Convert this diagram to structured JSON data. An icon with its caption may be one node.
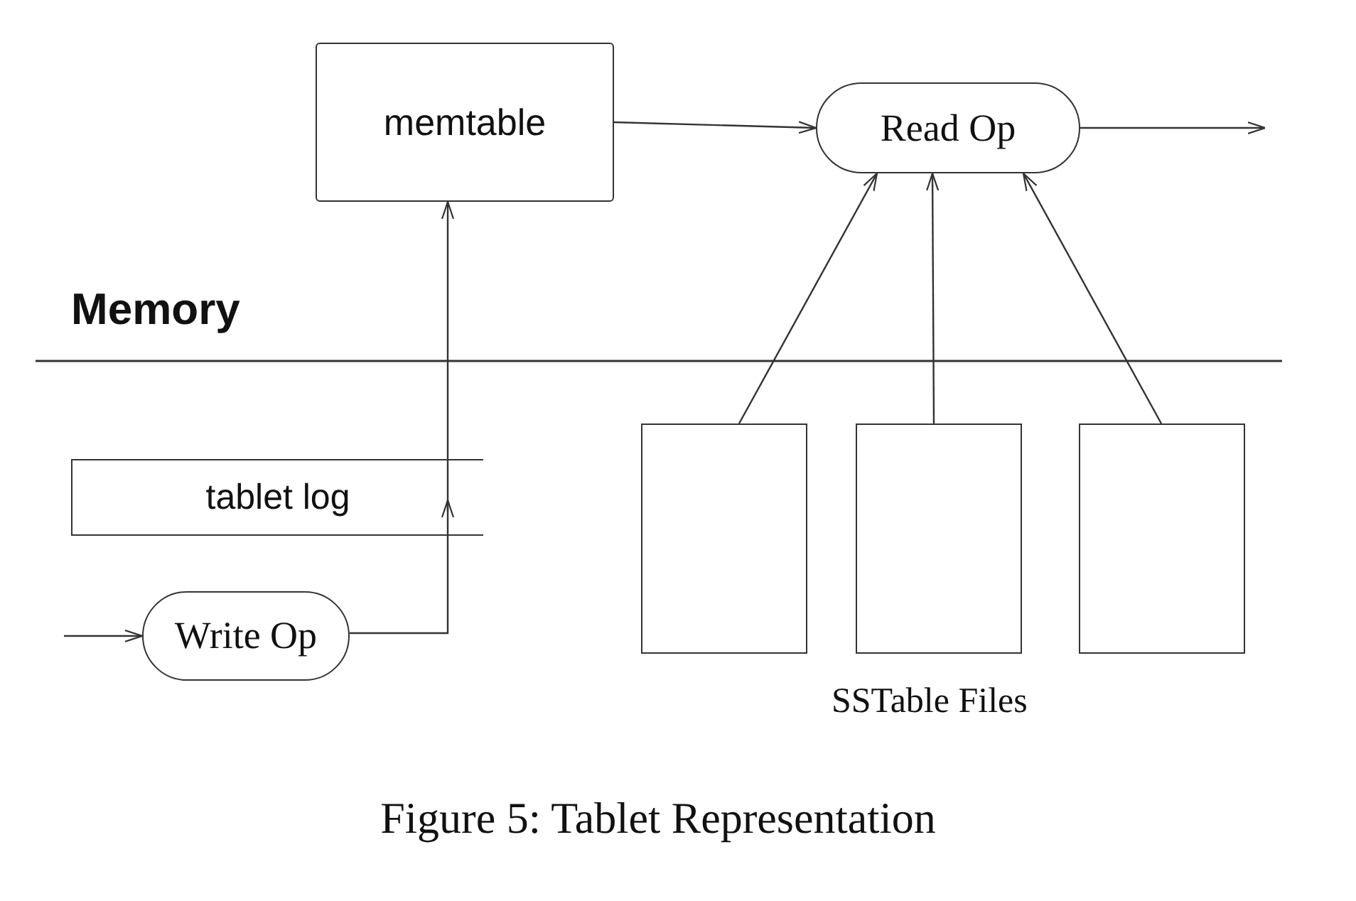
{
  "diagram": {
    "caption": "Figure 5: Tablet Representation",
    "nodes": [
      {
        "text": [
          "memtable"
        ]
      },
      {
        "text": [
          "Read Op"
        ]
      },
      {
        "text": [
          "tablet log"
        ]
      },
      {
        "text": [
          "Write Op"
        ]
      },
      {
        "text": [],
        "shape": "box"
      },
      {
        "text": [],
        "shape": "box"
      },
      {
        "text": [],
        "shape": "box"
      }
    ],
    "edges": [
      {
        "from": 0,
        "to": 1,
        "arrow": "to"
      },
      {
        "from": 1,
        "to": null,
        "arrow": "to"
      },
      {
        "from": null,
        "to": 3,
        "arrow": "to"
      },
      {
        "from": 3,
        "to": 2,
        "arrow": "to"
      },
      {
        "from": 2,
        "to": 0,
        "arrow": "to"
      },
      {
        "from": 4,
        "to": 1,
        "arrow": "to"
      },
      {
        "from": 5,
        "to": 1,
        "arrow": "to"
      },
      {
        "from": 6,
        "to": 1,
        "arrow": "to"
      }
    ],
    "labels": [
      "Memory",
      "SSTable Files"
    ]
  }
}
